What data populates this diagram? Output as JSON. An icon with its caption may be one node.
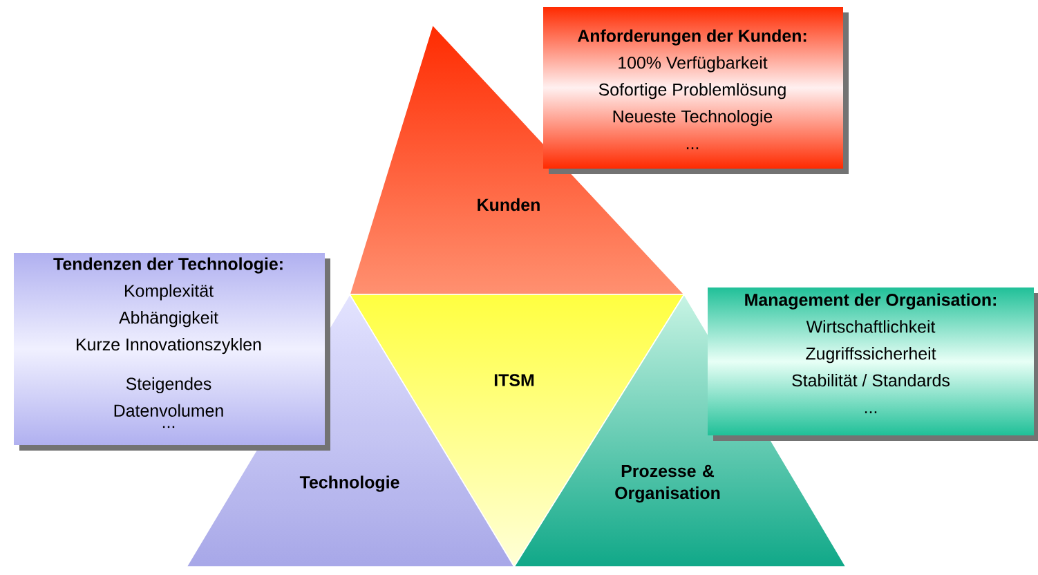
{
  "diagram": {
    "nodes": [
      {
        "text": [
          "Anforderungen der Kunden:",
          "100% Verfügbarkeit",
          "Sofortige Problemlösung",
          "Neueste Technologie",
          "..."
        ]
      },
      {
        "text": [
          "Kunden"
        ]
      },
      {
        "text": [
          "Tendenzen der Technologie:",
          "Komplexität",
          "Abhängigkeit",
          "Kurze Innovationszyklen",
          "Steigendes Datenvolumen",
          "..."
        ]
      },
      {
        "text": [
          "ITSM"
        ]
      },
      {
        "text": [
          "Management der Organisation:",
          "Wirtschaftlichkeit",
          "Zugriffssicherheit",
          "Stabilität / Standards",
          "..."
        ]
      },
      {
        "text": [
          "Technologie"
        ]
      },
      {
        "text": [
          "Prozesse & Organisation"
        ]
      }
    ]
  }
}
